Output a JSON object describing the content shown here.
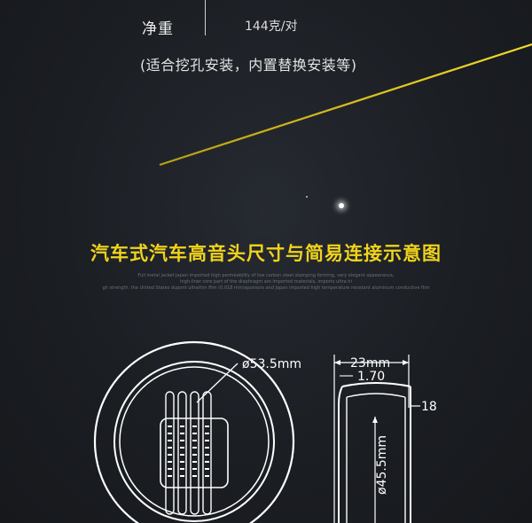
{
  "spec": {
    "label": "净重",
    "value": "144克/对"
  },
  "note": "(适合挖孔安装，内置替换安装等)",
  "section_title": "汽车式汽车高音头尺寸与简易连接示意图",
  "fine_print": [
    "Full metal jacket Japan imported high permeability of low carbon steel stamping forming, very elegant appearance,",
    "high-liner core part of the diaphragm are imported materials, imports ultra hi",
    "gh strength, the United States dupont ultrathin film (0.018 mm)sponsors and Japan imported high temperature resistant aluminum conductive film"
  ],
  "dimensions": {
    "outer_diameter": "ø53.5mm",
    "width": "23mm",
    "rim": "1.70",
    "depth": "18",
    "face_diameter": "ø45.5mm"
  },
  "colors": {
    "background": "#1c1f24",
    "accent_yellow": "#f0d31c",
    "line_white": "#ffffff"
  }
}
